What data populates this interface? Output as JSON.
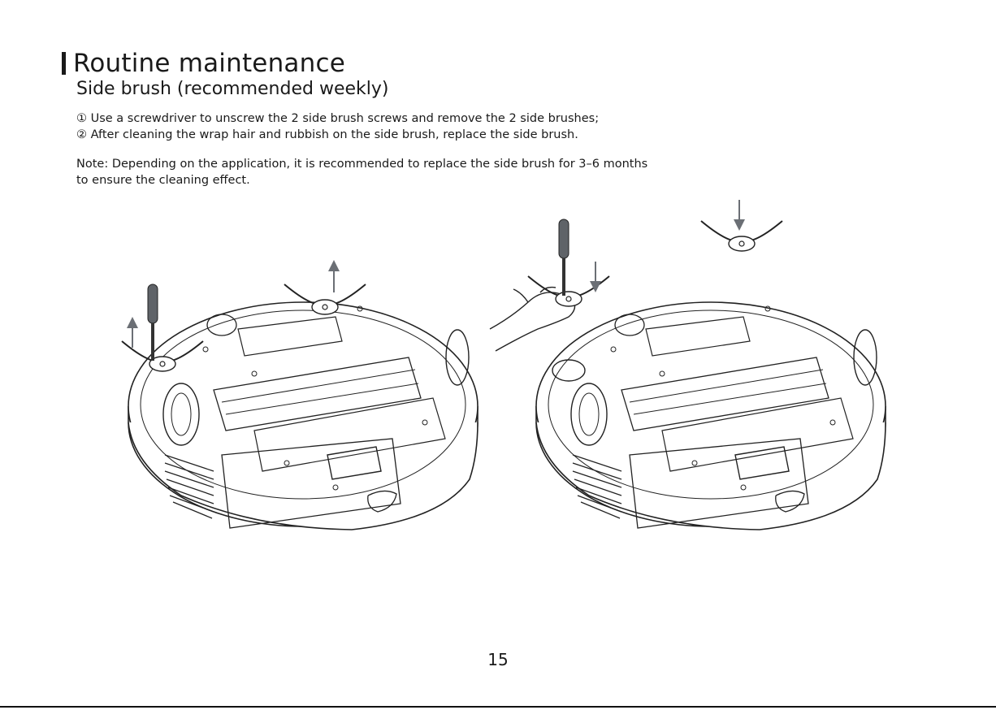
{
  "heading": {
    "title": "Routine maintenance"
  },
  "section": {
    "subtitle": "Side brush (recommended weekly)"
  },
  "steps": [
    "① Use a screwdriver to unscrew the 2 side brush screws and remove the 2 side brushes;",
    "② After cleaning the wrap hair and rubbish on the side brush, replace the side brush."
  ],
  "note": {
    "lines": [
      "Note: Depending on the application, it is recommended to replace the side brush for 3–6 months",
      "to ensure the cleaning effect."
    ]
  },
  "footer": {
    "page_number": "15"
  },
  "colors": {
    "text": "#1a1a1a",
    "arrow": "#6b6f75",
    "line_art": "#222222"
  },
  "illustrations": [
    {
      "name": "robot-removal-illustration",
      "icons": [
        "screwdriver-icon",
        "side-brush-icon",
        "arrow-up-icon"
      ]
    },
    {
      "name": "robot-replacement-illustration",
      "icons": [
        "hand-icon",
        "screwdriver-icon",
        "side-brush-icon",
        "arrow-down-icon"
      ]
    }
  ]
}
